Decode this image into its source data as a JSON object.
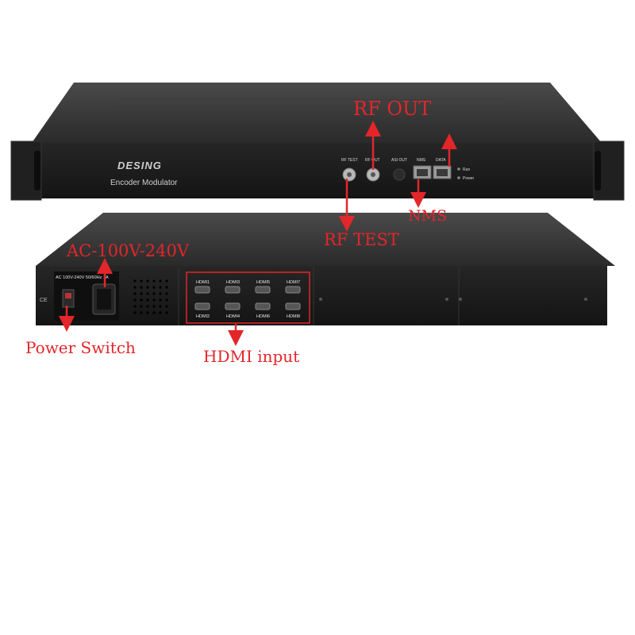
{
  "front_panel": {
    "brand": "DESING",
    "model": "Encoder Modulator",
    "ports": {
      "rf_test": "RF TEST",
      "rf_out": "RF OUT",
      "asi_out": "ASI OUT",
      "nms": "NMS",
      "data": "DATA"
    },
    "leds": {
      "run": "Run",
      "power": "Power"
    }
  },
  "rear_panel": {
    "power_rating": "AC 100V-240V 50/60Hz 1A",
    "hdmi_ports": [
      "HDMI1",
      "HDMI2",
      "HDMI3",
      "HDMI4",
      "HDMI5",
      "HDMI6",
      "HDMI7",
      "HDMI8"
    ]
  },
  "callouts": {
    "rf_out": "RF OUT",
    "rf_test": "RF TEST",
    "nms": "NMS",
    "ac_power": "AC-100V-240V",
    "power_switch": "Power Switch",
    "hdmi_input": "HDMI input"
  },
  "colors": {
    "annotation": "#e3262a",
    "chassis": "#1c1c1c"
  }
}
